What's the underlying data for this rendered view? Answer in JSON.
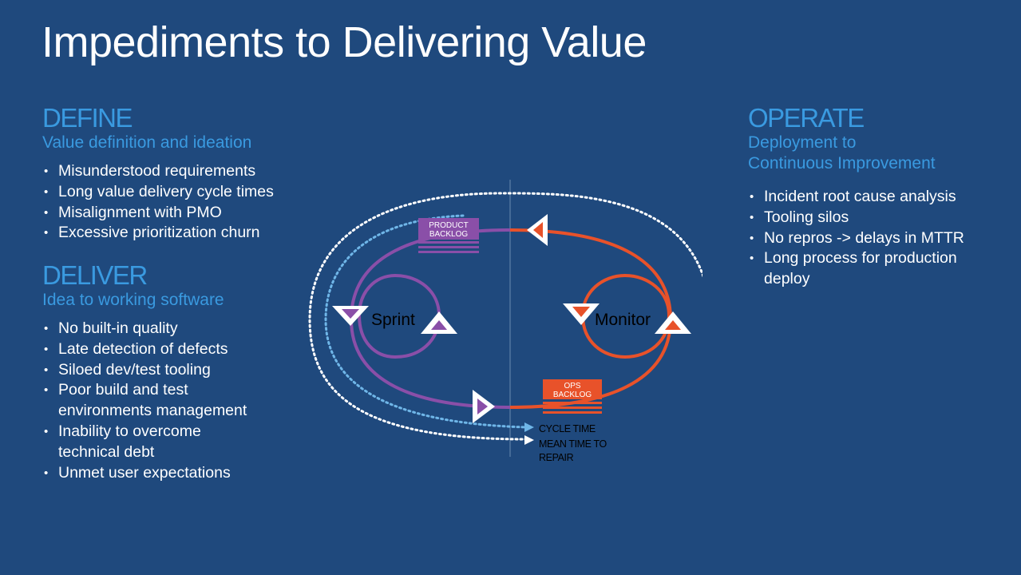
{
  "title": "Impediments to Delivering Value",
  "define": {
    "heading": "DEFINE",
    "subtitle": "Value definition and ideation",
    "items": [
      "Misunderstood requirements",
      "Long value delivery cycle times",
      "Misalignment with PMO",
      "Excessive prioritization churn"
    ]
  },
  "deliver": {
    "heading": "DELIVER",
    "subtitle": "Idea to working software",
    "items": [
      "No built-in quality",
      "Late detection of defects",
      "Siloed dev/test tooling",
      "Poor build and test\nenvironments management",
      "Inability to overcome\ntechnical debt",
      "Unmet user expectations"
    ]
  },
  "operate": {
    "heading": "OPERATE",
    "subtitle_line1": "Deployment to",
    "subtitle_line2": "Continuous Improvement",
    "items": [
      "Incident root cause analysis",
      "Tooling silos",
      "No repros -> delays in MTTR",
      "Long process for production\ndeploy"
    ]
  },
  "diagram": {
    "product_backlog_line1": "PRODUCT",
    "product_backlog_line2": "BACKLOG",
    "ops_backlog_line1": "OPS",
    "ops_backlog_line2": "BACKLOG",
    "sprint_label": "Sprint",
    "monitor_label": "Monitor",
    "cycle_time_label": "CYCLE TIME",
    "mttr_line1": "MEAN TIME TO",
    "mttr_line2": "REPAIR"
  },
  "colors": {
    "background": "#1f497d",
    "heading_blue": "#3a9ae0",
    "purple": "#8a4fa8",
    "orange": "#e8522a",
    "light_blue_dots": "#6fb6e8"
  }
}
